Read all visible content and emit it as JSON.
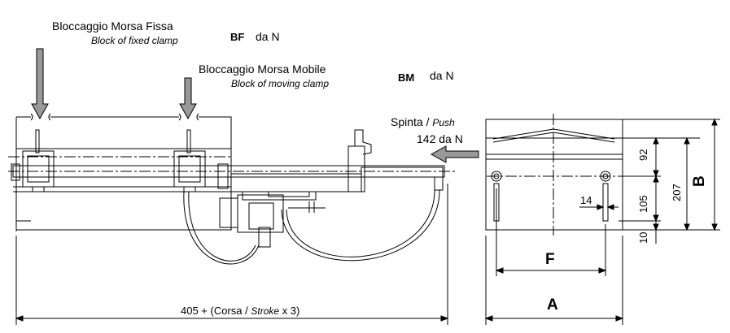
{
  "labels": {
    "fixed_clamp_it": "Bloccaggio Morsa Fissa",
    "fixed_clamp_en": "Block of fixed clamp",
    "fixed_clamp_code": "BF",
    "fixed_clamp_unit": "da N",
    "moving_clamp_it": "Bloccaggio Morsa Mobile",
    "moving_clamp_en": "Block of moving clamp",
    "moving_clamp_code": "BM",
    "moving_clamp_unit": "da N",
    "push_it": "Spinta /",
    "push_en": "Push",
    "push_value": "142 da N"
  },
  "dimensions": {
    "overall_length_prefix": "405 + (Corsa  /",
    "overall_length_stroke": "Stroke",
    "overall_length_suffix": "x 3)",
    "dim_92": "92",
    "dim_207": "207",
    "dim_B": "B",
    "dim_14": "14",
    "dim_105": "105",
    "dim_10": "10",
    "dim_F": "F",
    "dim_A": "A"
  }
}
